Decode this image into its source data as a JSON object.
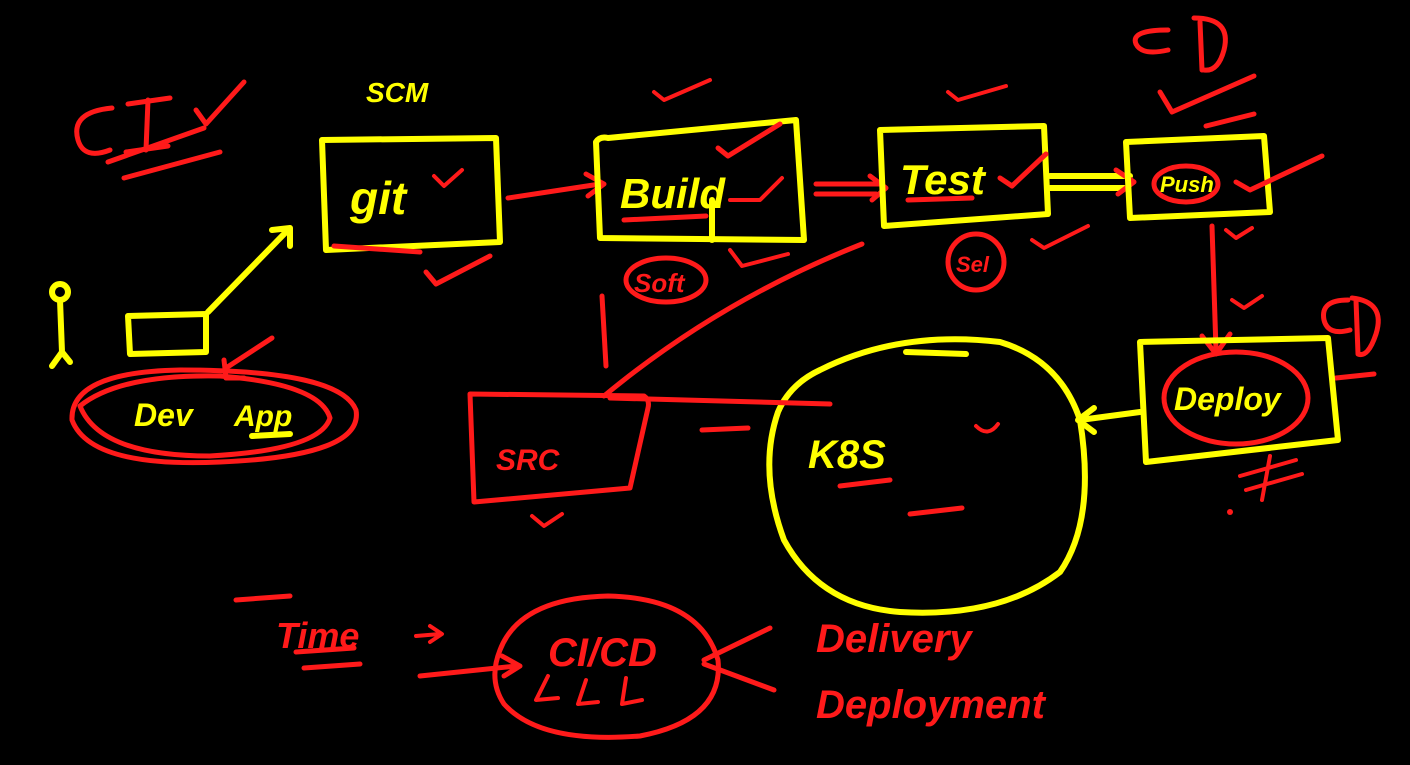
{
  "colors": {
    "background": "#000000",
    "yellow_ink": "#ffff00",
    "red_ink": "#ff1a1a"
  },
  "labels": {
    "ci": "CI",
    "cd_top": "CD",
    "cd_right": "CD",
    "scm": "SCM",
    "git": "git",
    "build": "Build",
    "test": "Test",
    "push": "Push",
    "deploy": "Deploy",
    "dev": "Dev",
    "app": "App",
    "soft": "Soft",
    "sel": "Sel",
    "src": "SRC",
    "k8s": "K8S",
    "time": "Time",
    "ci_cd": "CI/CD",
    "delivery": "Delivery",
    "deployment": "Deployment"
  }
}
